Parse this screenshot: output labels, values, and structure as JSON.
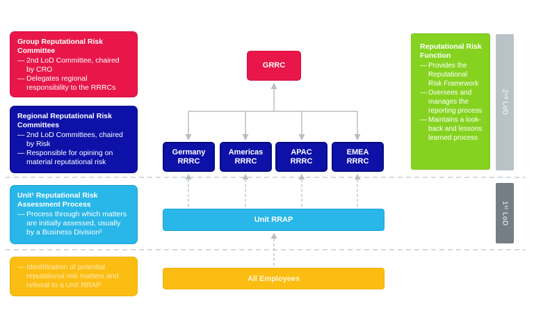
{
  "colors": {
    "red": "#e81649",
    "dark_blue": "#0d11a8",
    "light_blue": "#29b6e8",
    "yellow": "#fcbd13",
    "green": "#85d320",
    "lod2_gray": "#b9c2c7",
    "lod1_gray": "#757e84",
    "connector_gray": "#b8bec2"
  },
  "bullet_marker": "—",
  "left_panels": [
    {
      "title": "Group Reputational Risk Committee",
      "bullets": [
        "2nd LoD Committee, chaired by CRO",
        "Delegates regional responsibility to the RRRCs"
      ]
    },
    {
      "title": "Regional Reputational Risk Committees",
      "bullets": [
        "2nd LoD Committees, chaired by Risk",
        "Responsible for opining on material reputational risk"
      ]
    },
    {
      "title": "Unit¹ Reputational Risk Assessment Process",
      "bullets": [
        "Process through which matters are initially assessed, usually by a Business Division²"
      ]
    },
    {
      "bullets": [
        "Identification of potential reputational risk matters and referral to a Unit RRAP"
      ]
    }
  ],
  "org_chart": {
    "top_node": "GRRC",
    "regional_nodes": [
      "Germany RRRC",
      "Americas RRRC",
      "APAC RRRC",
      "EMEA RRRC"
    ],
    "unit_bar": "Unit RRAP",
    "employees_bar": "All Employees"
  },
  "right_panel": {
    "title": "Reputational Risk Function",
    "bullets": [
      "Provides the Reputational Risk Framework",
      "Oversees and manages the reporting process",
      "Maintains a look-back and lessons learned process"
    ]
  },
  "lod_bars": [
    {
      "label": "2ⁿᵈ LoD"
    },
    {
      "label": "1ˢᵗ LoD"
    }
  ]
}
